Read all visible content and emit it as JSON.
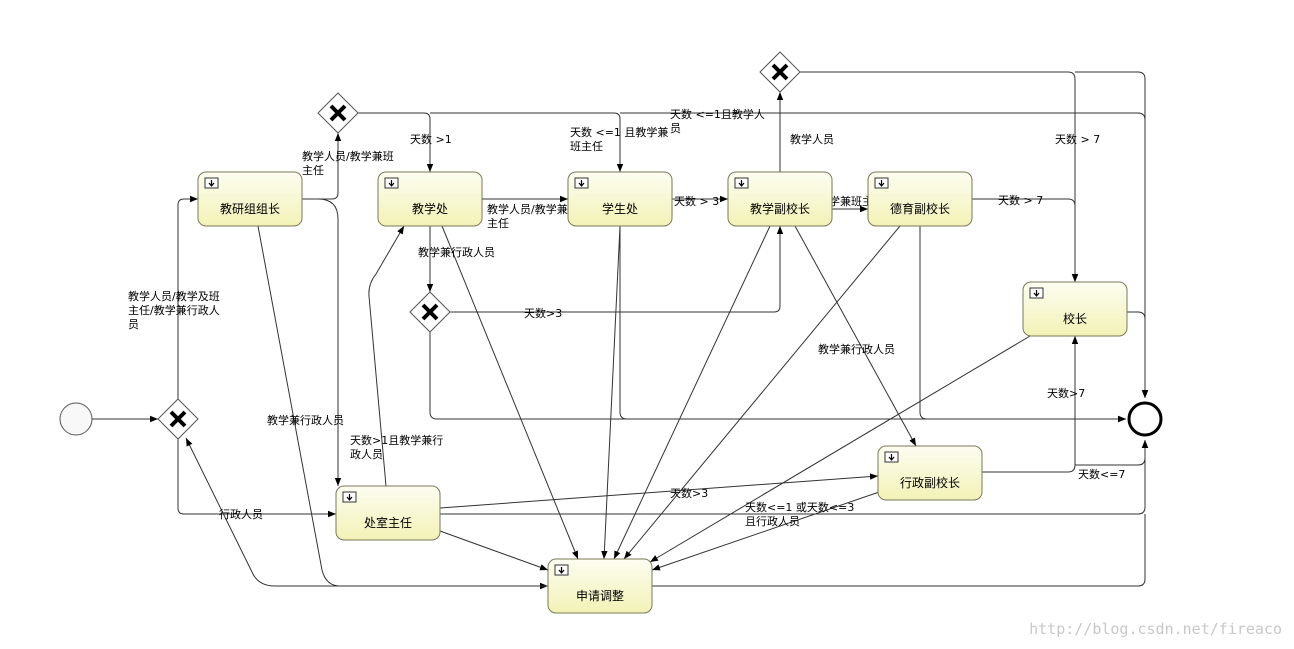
{
  "tasks": [
    {
      "id": "jiaoyanzu",
      "label": "教研组组长"
    },
    {
      "id": "jiaoxuechu",
      "label": "教学处"
    },
    {
      "id": "xueshengchu",
      "label": "学生处"
    },
    {
      "id": "jiaoxuefu",
      "label": "教学副校长"
    },
    {
      "id": "deyufu",
      "label": "德育副校长"
    },
    {
      "id": "xiaozhang",
      "label": "校长"
    },
    {
      "id": "chushi",
      "label": "处室主任"
    },
    {
      "id": "xingzhengfu",
      "label": "行政副校长"
    },
    {
      "id": "tiaozheng",
      "label": "申请调整"
    }
  ],
  "edge_labels": [
    {
      "id": "l1",
      "lines": [
        "教学人员/教学兼班",
        "主任"
      ]
    },
    {
      "id": "l2",
      "lines": [
        "天数 >1"
      ]
    },
    {
      "id": "l3",
      "lines": [
        "天数 <=1 且教学兼",
        "班主任"
      ]
    },
    {
      "id": "l4",
      "lines": [
        "天数 <=1且教学人",
        "员"
      ]
    },
    {
      "id": "l5",
      "lines": [
        "教学人员"
      ]
    },
    {
      "id": "l6",
      "lines": [
        "天数 > 7"
      ]
    },
    {
      "id": "l7",
      "lines": [
        "教学人员/教学兼班",
        "主任"
      ]
    },
    {
      "id": "l8",
      "lines": [
        "天数 > 3"
      ]
    },
    {
      "id": "l9",
      "lines": [
        "教学兼班主任"
      ]
    },
    {
      "id": "l10",
      "lines": [
        "天数 > 7"
      ]
    },
    {
      "id": "l11",
      "lines": [
        "教学兼行政人员"
      ]
    },
    {
      "id": "l12",
      "lines": [
        "天数>3"
      ]
    },
    {
      "id": "l13",
      "lines": [
        "教学人员/教学及班",
        "主任/教学兼行政人",
        "员"
      ]
    },
    {
      "id": "l14",
      "lines": [
        "教学兼行政人员"
      ]
    },
    {
      "id": "l15",
      "lines": [
        "教学兼行政人员"
      ]
    },
    {
      "id": "l16",
      "lines": [
        "天数>1且教学兼行",
        "政人员"
      ]
    },
    {
      "id": "l17",
      "lines": [
        "天数>7"
      ]
    },
    {
      "id": "l18",
      "lines": [
        "天数>3"
      ]
    },
    {
      "id": "l19",
      "lines": [
        "天数<=7"
      ]
    },
    {
      "id": "l20",
      "lines": [
        "天数<=1 或天数<=3",
        "且行政人员"
      ]
    },
    {
      "id": "l21",
      "lines": [
        "行政人员"
      ]
    }
  ],
  "watermark": "http://blog.csdn.net/fireaco",
  "colors": {
    "task_fill_top": "#fdfdf2",
    "task_fill_bottom": "#f2f2b6",
    "line": "#333333"
  },
  "icons": {
    "task_marker": "download-icon",
    "gateway": "exclusive-gateway-x-icon"
  }
}
